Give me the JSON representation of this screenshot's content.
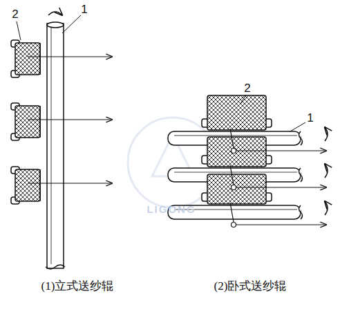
{
  "diagram": {
    "labels": [
      "2",
      "1",
      "2",
      "1",
      "LIGONG",
      "(1)立式送纱辊",
      "(2)卧式送纱辊"
    ]
  }
}
